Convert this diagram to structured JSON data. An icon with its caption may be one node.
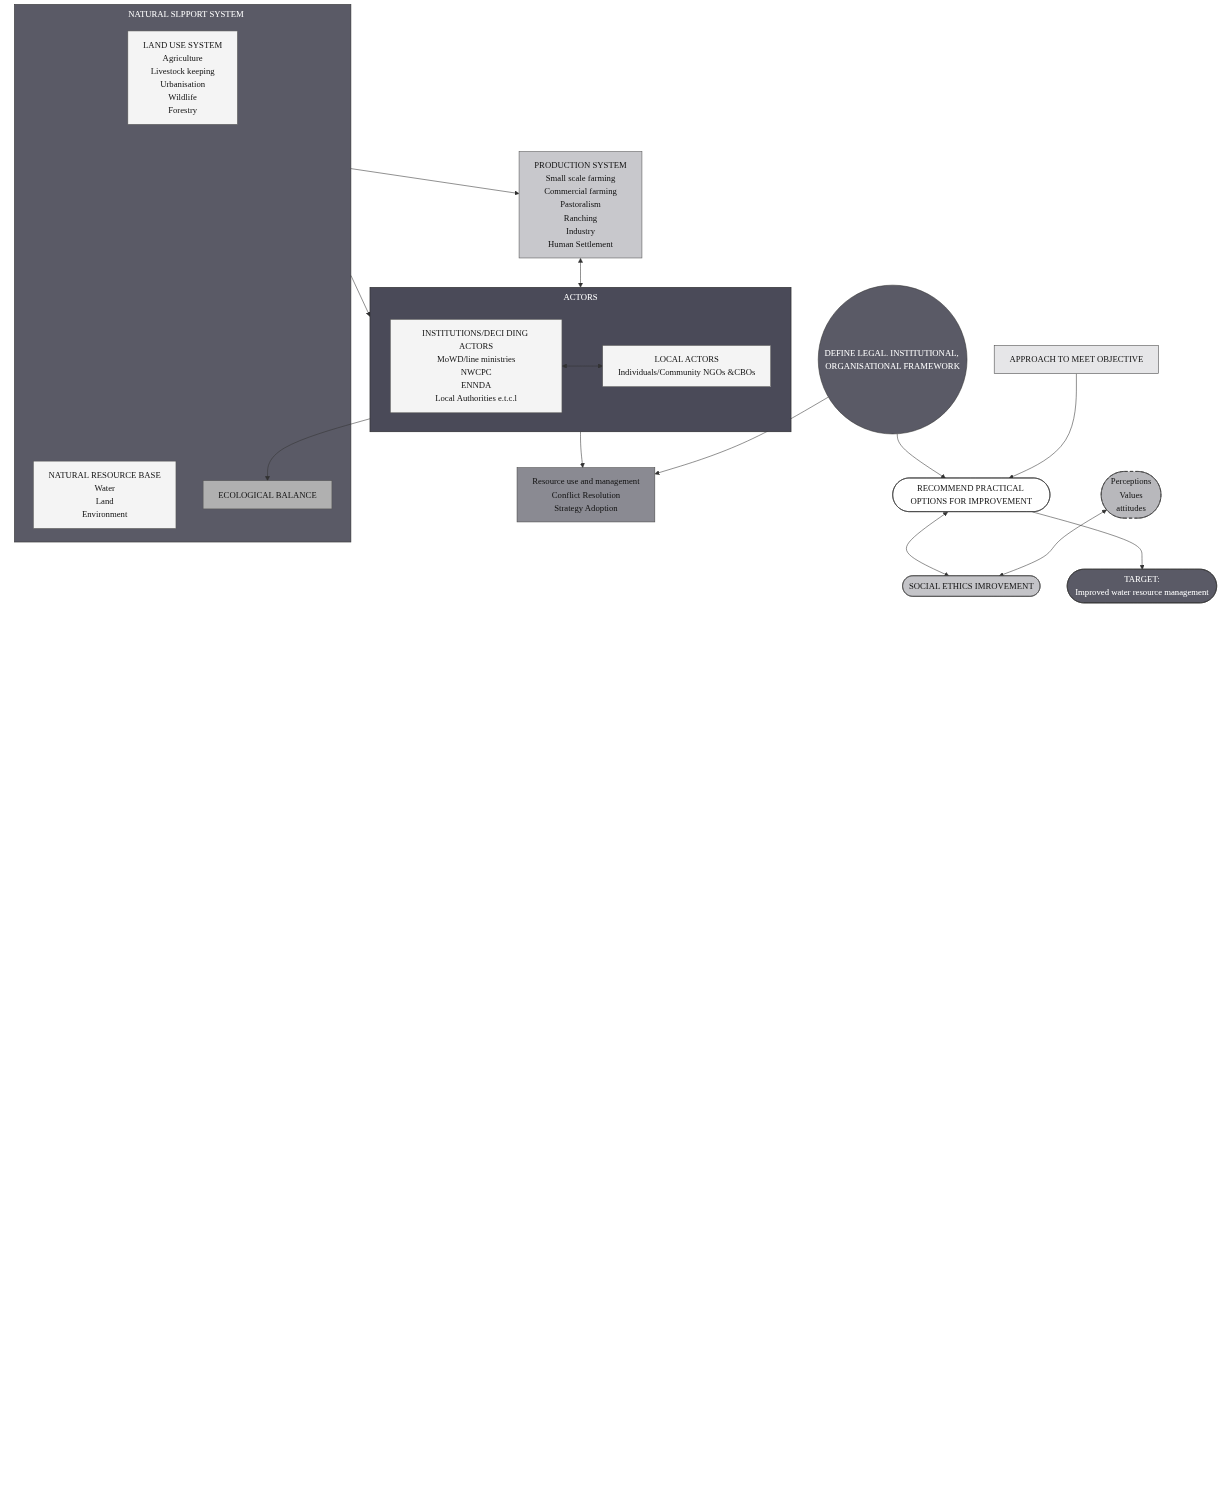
{
  "diagram": {
    "nodes": [
      {
        "text": [
          "NATURAL SLPPORT SYSTEM"
        ]
      },
      {
        "text": [
          "LAND USE SYSTEM",
          "Agriculture",
          "Livestock keeping",
          "Urbanisation",
          "Wildlife",
          "Forestry"
        ],
        "in": 0
      },
      {
        "text": [
          "NATURAL RESOURCE BASE",
          "Water",
          "Land",
          "Environment"
        ],
        "in": 0
      },
      {
        "text": [
          "ECOLOGICAL BALANCE"
        ],
        "in": 0
      },
      {
        "text": [
          "PRODUCTION SYSTEM",
          "Small scale farming",
          "Commercial farming",
          "Pastoralism",
          "Ranching",
          "Industry",
          "Human Settlement"
        ]
      },
      {
        "text": [
          "Perceptions",
          "Values",
          "attitudes"
        ]
      },
      {
        "text": [
          "ACTORS"
        ]
      },
      {
        "text": [
          "INSTITUTIONS/DECI DING ACTORS",
          "MoWD/line ministries",
          "NWCPC",
          "ENNDA",
          "Local Authorities e.t.c.l"
        ],
        "in": 6
      },
      {
        "text": [
          "LOCAL ACTORS",
          "Individuals/Community NGOs &CBOs"
        ],
        "in": 6
      },
      {
        "text": [
          "Resource use and management",
          "Conflict Resolution",
          "Strategy Adoption"
        ]
      },
      {
        "text": [
          "APPROACH TO MEET OBJECTIVE"
        ]
      },
      {
        "text": [
          "RECOMMEND PRACTICAL OPTIONS FOR IMPROVEMENT"
        ]
      },
      {
        "text": [
          "SOCIAL ETHICS IMROVEMENT"
        ]
      },
      {
        "text": [
          "TARGET:",
          "Improved water resource management"
        ]
      },
      {
        "text": [
          "DEFINE LEGAL. INSTITUTIONAL, ORGANISATIONAL FRAMEWORK"
        ]
      }
    ],
    "edges": [
      {
        "from": 0,
        "to": 4,
        "arrow": "to"
      },
      {
        "from": 0,
        "to": 6,
        "arrow": "to"
      },
      {
        "from": 6,
        "to": 3,
        "arrow": "to"
      },
      {
        "from": 4,
        "to": 6,
        "arrow": "both"
      },
      {
        "from": 6,
        "to": 9,
        "arrow": "to"
      },
      {
        "from": 7,
        "to": 8,
        "arrow": "both"
      },
      {
        "from": 5,
        "to": 12,
        "arrow": "both"
      },
      {
        "from": 10,
        "to": 11,
        "arrow": "to"
      },
      {
        "from": 11,
        "to": 12,
        "arrow": "both"
      },
      {
        "from": 11,
        "to": 13,
        "arrow": "to"
      },
      {
        "from": 14,
        "to": 11,
        "arrow": "to"
      },
      {
        "from": 14,
        "to": 9,
        "arrow": "to"
      }
    ]
  }
}
